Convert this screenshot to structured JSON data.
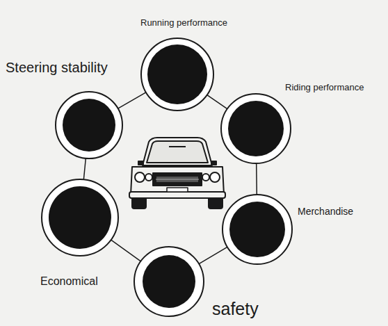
{
  "diagram": {
    "nodes": [
      {
        "text": [
          "Running performance"
        ]
      },
      {
        "text": [
          "Steering stability"
        ]
      },
      {
        "text": [
          "Riding performance"
        ]
      },
      {
        "text": [
          "Economical"
        ]
      },
      {
        "text": [
          "Merchandise"
        ]
      },
      {
        "text": [
          "safety"
        ]
      }
    ],
    "edges": [
      {
        "from": 0,
        "to": 2,
        "arrow": "none"
      },
      {
        "from": 2,
        "to": 4,
        "arrow": "none"
      },
      {
        "from": 4,
        "to": 5,
        "arrow": "none"
      },
      {
        "from": 5,
        "to": 3,
        "arrow": "none"
      },
      {
        "from": 3,
        "to": 1,
        "arrow": "none"
      },
      {
        "from": 1,
        "to": 0,
        "arrow": "none"
      }
    ]
  }
}
